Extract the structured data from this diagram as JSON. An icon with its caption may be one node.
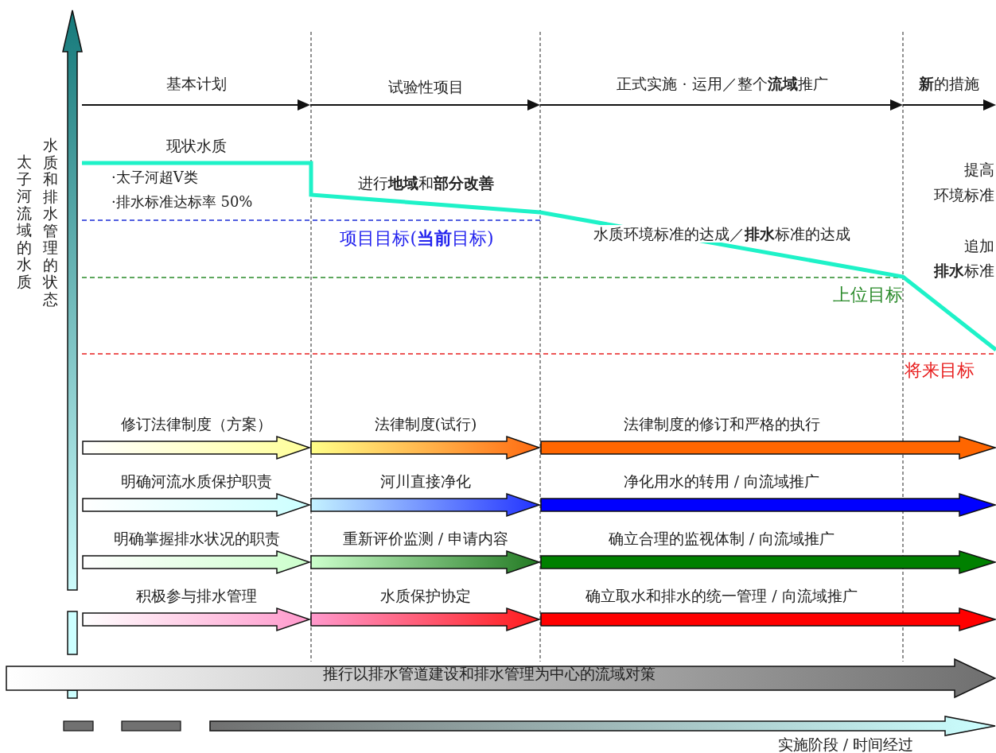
{
  "diagram": {
    "nodes": [
      {
        "text": [
          "修订法律制度（方案）"
        ]
      },
      {
        "text": [
          "法律制度(试行)"
        ]
      },
      {
        "text": [
          "法律制度的修订和严格的执行"
        ]
      },
      {
        "text": [
          "明确河流水质保护职责"
        ]
      },
      {
        "text": [
          "河川直接净化"
        ]
      },
      {
        "text": [
          "净化用水的转用 / 向流域推广"
        ]
      },
      {
        "text": [
          "明确掌握排水状况的职责"
        ]
      },
      {
        "text": [
          "重新评价监测 / 申请内容"
        ]
      },
      {
        "text": [
          "确立合理的监视体制 / 向流域推广"
        ]
      },
      {
        "text": [
          "积极参与排水管理"
        ]
      },
      {
        "text": [
          "水质保护协定"
        ]
      },
      {
        "text": [
          "确立取水和排水的统一管理 / 向流域推广"
        ]
      },
      {
        "text": [
          "推行以排水管道建设和排水管理为中心的流域对策"
        ]
      },
      {
        "text": [
          "实施阶段 / 时间经过"
        ]
      }
    ],
    "labels": [
      "太子河流域的水质",
      "水质和排水管理的状态",
      "基本计划",
      "试验性项目",
      "正式实施 · 运用／整个**流域**推广",
      "**新**的措施",
      "现状水质",
      "·太子河超Ⅴ类",
      "·排水标准达标率 50%",
      "进行**地域**和**部分改善**",
      "提高",
      "环境标准",
      "项目目标(**当前**目标)",
      "水质环境标准的达成／**排水**标准的达成",
      "追加",
      "**排水**标准",
      "上位目标",
      "将来目标"
    ]
  }
}
